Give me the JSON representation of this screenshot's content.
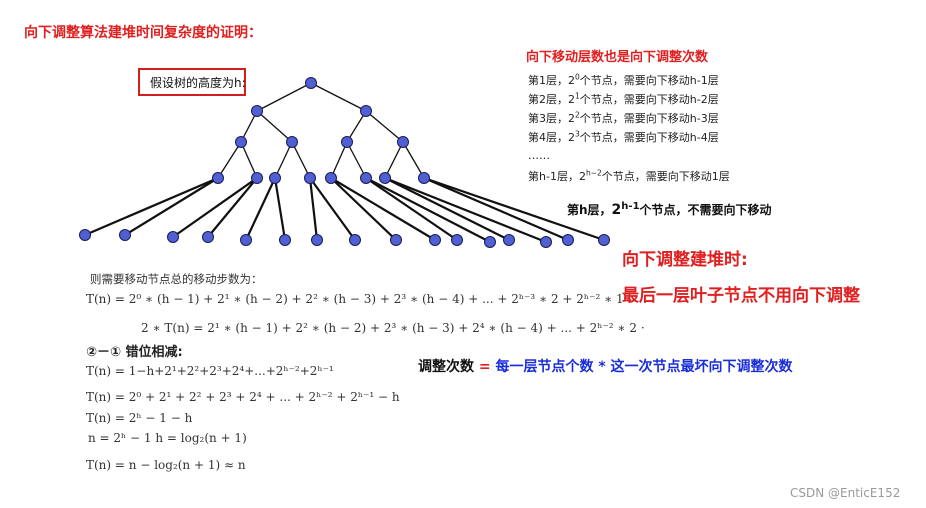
{
  "title": "向下调整算法建堆时间复杂度的证明：",
  "height_label": "假设树的高度为h:",
  "levels_heading": "向下移动层数也是向下调整次数",
  "levels": [
    {
      "pre": "第1层，2",
      "exp": "0",
      "post": "个节点，需要向下移动h-1层"
    },
    {
      "pre": "第2层，2",
      "exp": "1",
      "post": "个节点，需要向下移动h-2层"
    },
    {
      "pre": "第3层，2",
      "exp": "2",
      "post": "个节点，需要向下移动h-3层"
    },
    {
      "pre": "第4层，2",
      "exp": "3",
      "post": "个节点，需要向下移动h-4层"
    }
  ],
  "ellipsis": "……",
  "level_h1": {
    "pre": "第h-1层，2",
    "exp": "h−2",
    "post": "个节点，需要向下移动1层"
  },
  "last_level": {
    "pre": "第h层，",
    "base": "2",
    "exp": "h-1",
    "post": "个节点，不需要向下移动"
  },
  "red_line1": "向下调整建堆时:",
  "red_line2": "最后一层叶子节点不用向下调整",
  "formula_line": {
    "a": "调整次数",
    "op": " = ",
    "b": "每一层节点个数 * 这一次节点最坏向下调整次数"
  },
  "step_heading": "则需要移动节点总的移动步数为：",
  "sub_heading": "②－① 错位相减:",
  "formulas": {
    "f1": "T(n) = 2⁰ ∗ (h − 1) + 2¹ ∗ (h − 2) + 2² ∗ (h − 3) + 2³ ∗ (h − 4) + ... + 2ʰ⁻³ ∗ 2 + 2ʰ⁻² ∗ 1",
    "f2": "2 ∗ T(n) = 2¹ ∗ (h − 1) + 2² ∗ (h − 2) + 2³ ∗ (h − 3) + 2⁴ ∗ (h − 4) + ... + 2ʰ⁻² ∗ 2 ·",
    "f3": "T(n) = 1−h+2¹+2²+2³+2⁴+...+2ʰ⁻²+2ʰ⁻¹",
    "f4": "T(n) = 2⁰ + 2¹ + 2² + 2³ + 2⁴ + ... + 2ʰ⁻² + 2ʰ⁻¹ − h",
    "f5": "T(n) = 2ʰ − 1 − h",
    "f6": "n = 2ʰ − 1          h = log₂(n + 1)",
    "f7": "T(n) = n − log₂(n + 1) ≈ n"
  },
  "watermark": "CSDN @EnticE152",
  "colors": {
    "red": "#e02020",
    "blue": "#1a2ed8",
    "node": "#5060d0",
    "box": "#d0201c"
  }
}
